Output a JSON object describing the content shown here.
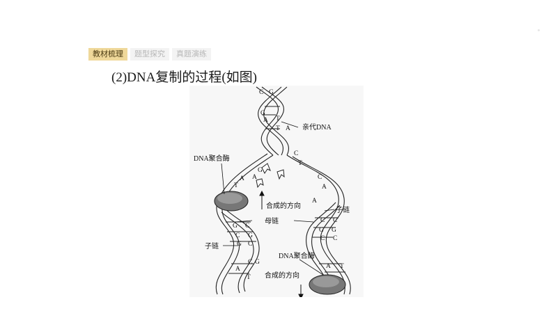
{
  "tabs": [
    {
      "label": "教材梳理",
      "active": true
    },
    {
      "label": "题型探究",
      "active": false
    },
    {
      "label": "真题演练",
      "active": false
    }
  ],
  "heading": "(2)DNA复制的过程(如图)",
  "figure": {
    "labels": {
      "parent_dna": "亲代DNA",
      "dna_polymerase_top": "DNA聚合酶",
      "dna_polymerase_bottom": "DNA聚合酶",
      "synthesis_direction_top": "合成的方向",
      "synthesis_direction_bottom": "合成的方向",
      "template_strand": "母链",
      "daughter_strand_left": "子链",
      "daughter_strand_right": "子链"
    },
    "bases": {
      "top_pair": [
        "C",
        "G"
      ],
      "top_helix": [
        "G",
        "A",
        "T",
        "T",
        "A"
      ],
      "fork_left": [
        "T",
        "A",
        "G",
        "A"
      ],
      "fork_right": [
        "C",
        "T",
        "C",
        "A",
        "A"
      ],
      "left_lower": [
        "G",
        "C",
        "C",
        "G",
        "G",
        "C",
        "C",
        "G",
        "A",
        "T"
      ],
      "right_lower": [
        "C",
        "C",
        "G",
        "G",
        "C",
        "C",
        "A",
        "T"
      ]
    }
  }
}
